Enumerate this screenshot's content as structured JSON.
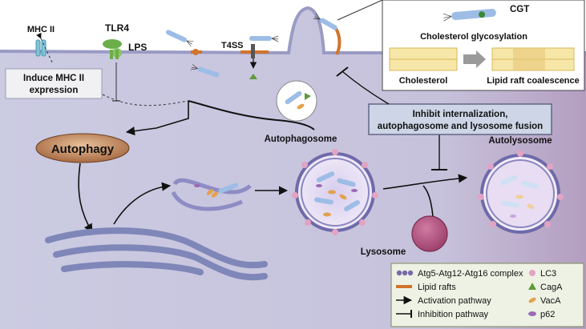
{
  "labels": {
    "mhc2": "MHC II",
    "tlr4": "TLR4",
    "lps": "LPS",
    "t4ss": "T4SS",
    "induce_line1": "Induce MHC II",
    "induce_line2": "expression",
    "autophagy": "Autophagy",
    "autophagosome": "Autophagosome",
    "autolysosome": "Autolysosome",
    "lysosome": "Lysosome",
    "inhibit_line1": "Inhibit internalization,",
    "inhibit_line2": "autophagosome and lysosome fusion",
    "cgt": "CGT",
    "cholesterol_glycosylation": "Cholesterol glycosylation",
    "cholesterol": "Cholesterol",
    "lipid_raft_coalescence": "Lipid raft coalescence"
  },
  "legend": {
    "items": [
      {
        "label": "Atg5-Atg12-Atg16 complex",
        "icon": "atg-complex-icon"
      },
      {
        "label": "LC3",
        "icon": "lc3-icon"
      },
      {
        "label": "Lipid rafts",
        "icon": "lipid-raft-icon"
      },
      {
        "label": "CagA",
        "icon": "caga-icon"
      },
      {
        "label": "Activation pathway",
        "icon": "activation-arrow-icon"
      },
      {
        "label": "VacA",
        "icon": "vaca-icon"
      },
      {
        "label": "Inhibition pathway",
        "icon": "inhibition-bar-icon"
      },
      {
        "label": "p62",
        "icon": "p62-icon"
      }
    ]
  },
  "colors": {
    "extracellular": "#ffffff",
    "cytoplasm": "#c9c8e0",
    "membrane": "#9fa0c8",
    "er": "#7f86b8",
    "lipid_raft": "#d2742a",
    "autophagy_oval": "#c8946a",
    "atg_complex": "#7a6aa8",
    "lc3": "#e3a3c4",
    "caga": "#5e9a3a",
    "vaca": "#e3a24e",
    "p62": "#9a6ab8",
    "lysosome": "#b65a86",
    "bacteria": "#9dbde6"
  }
}
